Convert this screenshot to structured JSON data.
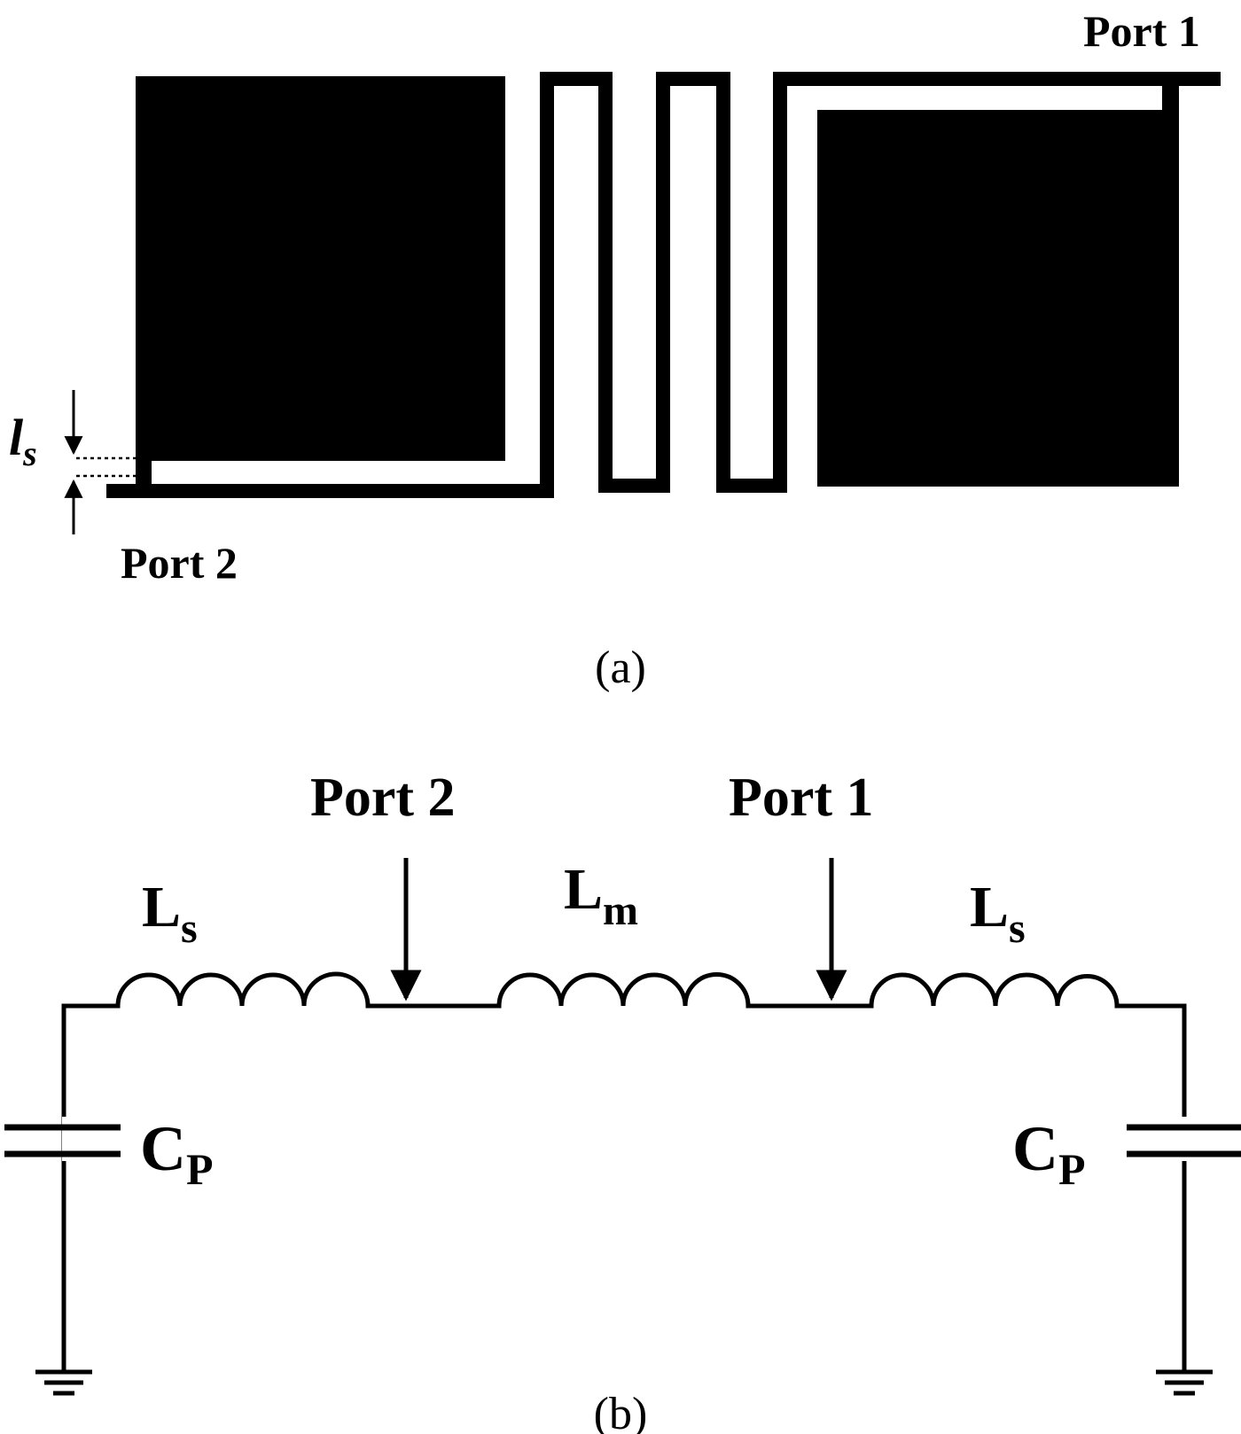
{
  "panel_a": {
    "port1_label": "Port 1",
    "port2_label": "Port 2",
    "dimension_label_main": "l",
    "dimension_label_sub": "s",
    "caption": "(a)"
  },
  "panel_b": {
    "port2_label": "Port 2",
    "port1_label": "Port 1",
    "inductor_left_main": "L",
    "inductor_left_sub": "s",
    "inductor_mid_main": "L",
    "inductor_mid_sub": "m",
    "inductor_right_main": "L",
    "inductor_right_sub": "s",
    "cap_left_main": "C",
    "cap_left_sub": "P",
    "cap_right_main": "C",
    "cap_right_sub": "P",
    "caption": "(b)"
  }
}
